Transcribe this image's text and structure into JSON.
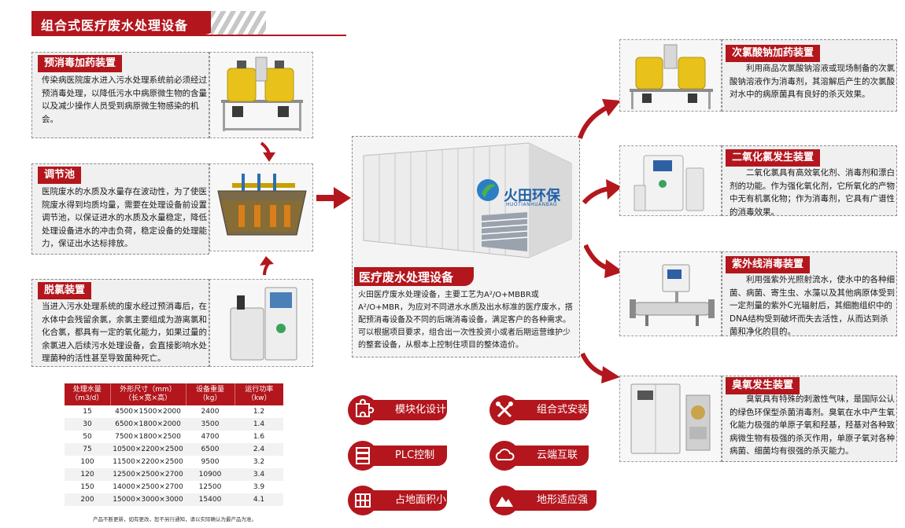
{
  "header": {
    "title": "组合式医疗废水处理设备"
  },
  "left_panels": [
    {
      "title": "预消毒加药装置",
      "text": "传染病医院废水进入污水处理系统前必须经过预消毒处理，以降低污水中病原微生物的含量以及减少操作人员受到病原微生物感染的机会。"
    },
    {
      "title": "调节池",
      "text": "医院废水的水质及水量存在波动性，为了使医院废水得到均质均量，需要在处理设备前设置调节池，以保证进水的水质及水量稳定，降低处理设备进水的冲击负荷，稳定设备的处理能力，保证出水达标排放。"
    },
    {
      "title": "脱氯装置",
      "text": "当进入污水处理系统的废水经过预消毒后，在水体中会残留余氯，余氯主要组成为游离氯和化合氯，都具有一定的氧化能力，如果过量的余氯进入后续污水处理设备，会直接影响水处理菌种的活性甚至导致菌种死亡。"
    }
  ],
  "center": {
    "logo_text": "火田环保",
    "logo_sub": "HUOTIANHUANBAO",
    "title": "医疗废水处理设备",
    "text": "火田医疗废水处理设备，主要工艺为A²/O+MBBR或A²/O+MBR，为应对不同进水水质及出水标准的医疗废水，搭配预消毒设备及不同的后端消毒设备，满足客户的各种需求。可以根据项目要求，组合出一次性投资小或者后期运营维护少的整套设备，从根本上控制住项目的整体造价。"
  },
  "right_panels": [
    {
      "title": "次氯酸钠加药装置",
      "text": "利用商品次氯酸钠溶液或现场制备的次氯酸钠溶液作为消毒剂，其溶解后产生的次氯酸对水中的病原菌具有良好的杀灭效果。"
    },
    {
      "title": "二氧化氯发生装置",
      "text": "二氧化氯具有高效氧化剂、消毒剂和漂白剂的功能。作为强化氧化剂，它所氧化的产物中无有机氯化物；作为消毒剂，它具有广谱性的消毒效果。"
    },
    {
      "title": "紫外线消毒装置",
      "text": "利用强紫外光照射流水，使水中的各种细菌、病菌、寄生虫、水藻以及其他病原体受到一定剂量的紫外C光辐射后，其细胞组织中的DNA结构受到破坏而失去活性，从而达到杀菌和净化的目的。"
    },
    {
      "title": "臭氧发生装置",
      "text": "臭氧具有特殊的刺激性气味，是国际公认的绿色环保型杀菌消毒剂。臭氧在水中产生氧化能力极强的单原子氧和羟基，羟基对各种致病微生物有极强的杀灭作用，单原子氧对各种病菌、细菌均有很强的杀灭能力。"
    }
  ],
  "table": {
    "headers": [
      [
        "处理水量",
        "（m3/d）"
      ],
      [
        "外形尺寸（mm）",
        "（长×宽×高）"
      ],
      [
        "设备重量",
        "（kg）"
      ],
      [
        "运行功率",
        "（kw）"
      ]
    ],
    "rows": [
      [
        "15",
        "4500×1500×2000",
        "2400",
        "1.2"
      ],
      [
        "30",
        "6500×1800×2000",
        "3500",
        "1.4"
      ],
      [
        "50",
        "7500×1800×2500",
        "4700",
        "1.6"
      ],
      [
        "75",
        "10500×2200×2500",
        "6500",
        "2.4"
      ],
      [
        "100",
        "11500×2200×2500",
        "9500",
        "3.2"
      ],
      [
        "120",
        "12500×2500×2700",
        "10900",
        "3.4"
      ],
      [
        "150",
        "14000×2500×2700",
        "12500",
        "3.9"
      ],
      [
        "200",
        "15000×3000×3000",
        "15400",
        "4.1"
      ]
    ],
    "note": "产品不断更新，如有更改，恕不另行通知，请以实际确认为最产品为准。"
  },
  "features": [
    {
      "label": "模块化设计",
      "icon": "puzzle-icon"
    },
    {
      "label": "组合式安装",
      "icon": "tools-icon"
    },
    {
      "label": "PLC控制",
      "icon": "server-icon"
    },
    {
      "label": "云端互联",
      "icon": "cloud-icon"
    },
    {
      "label": "占地面积小",
      "icon": "grid-icon"
    },
    {
      "label": "地形适应强",
      "icon": "mountain-icon"
    }
  ],
  "colors": {
    "accent": "#b3161d",
    "panel_bg": "#f0f0f0",
    "text": "#1a1a1a"
  }
}
